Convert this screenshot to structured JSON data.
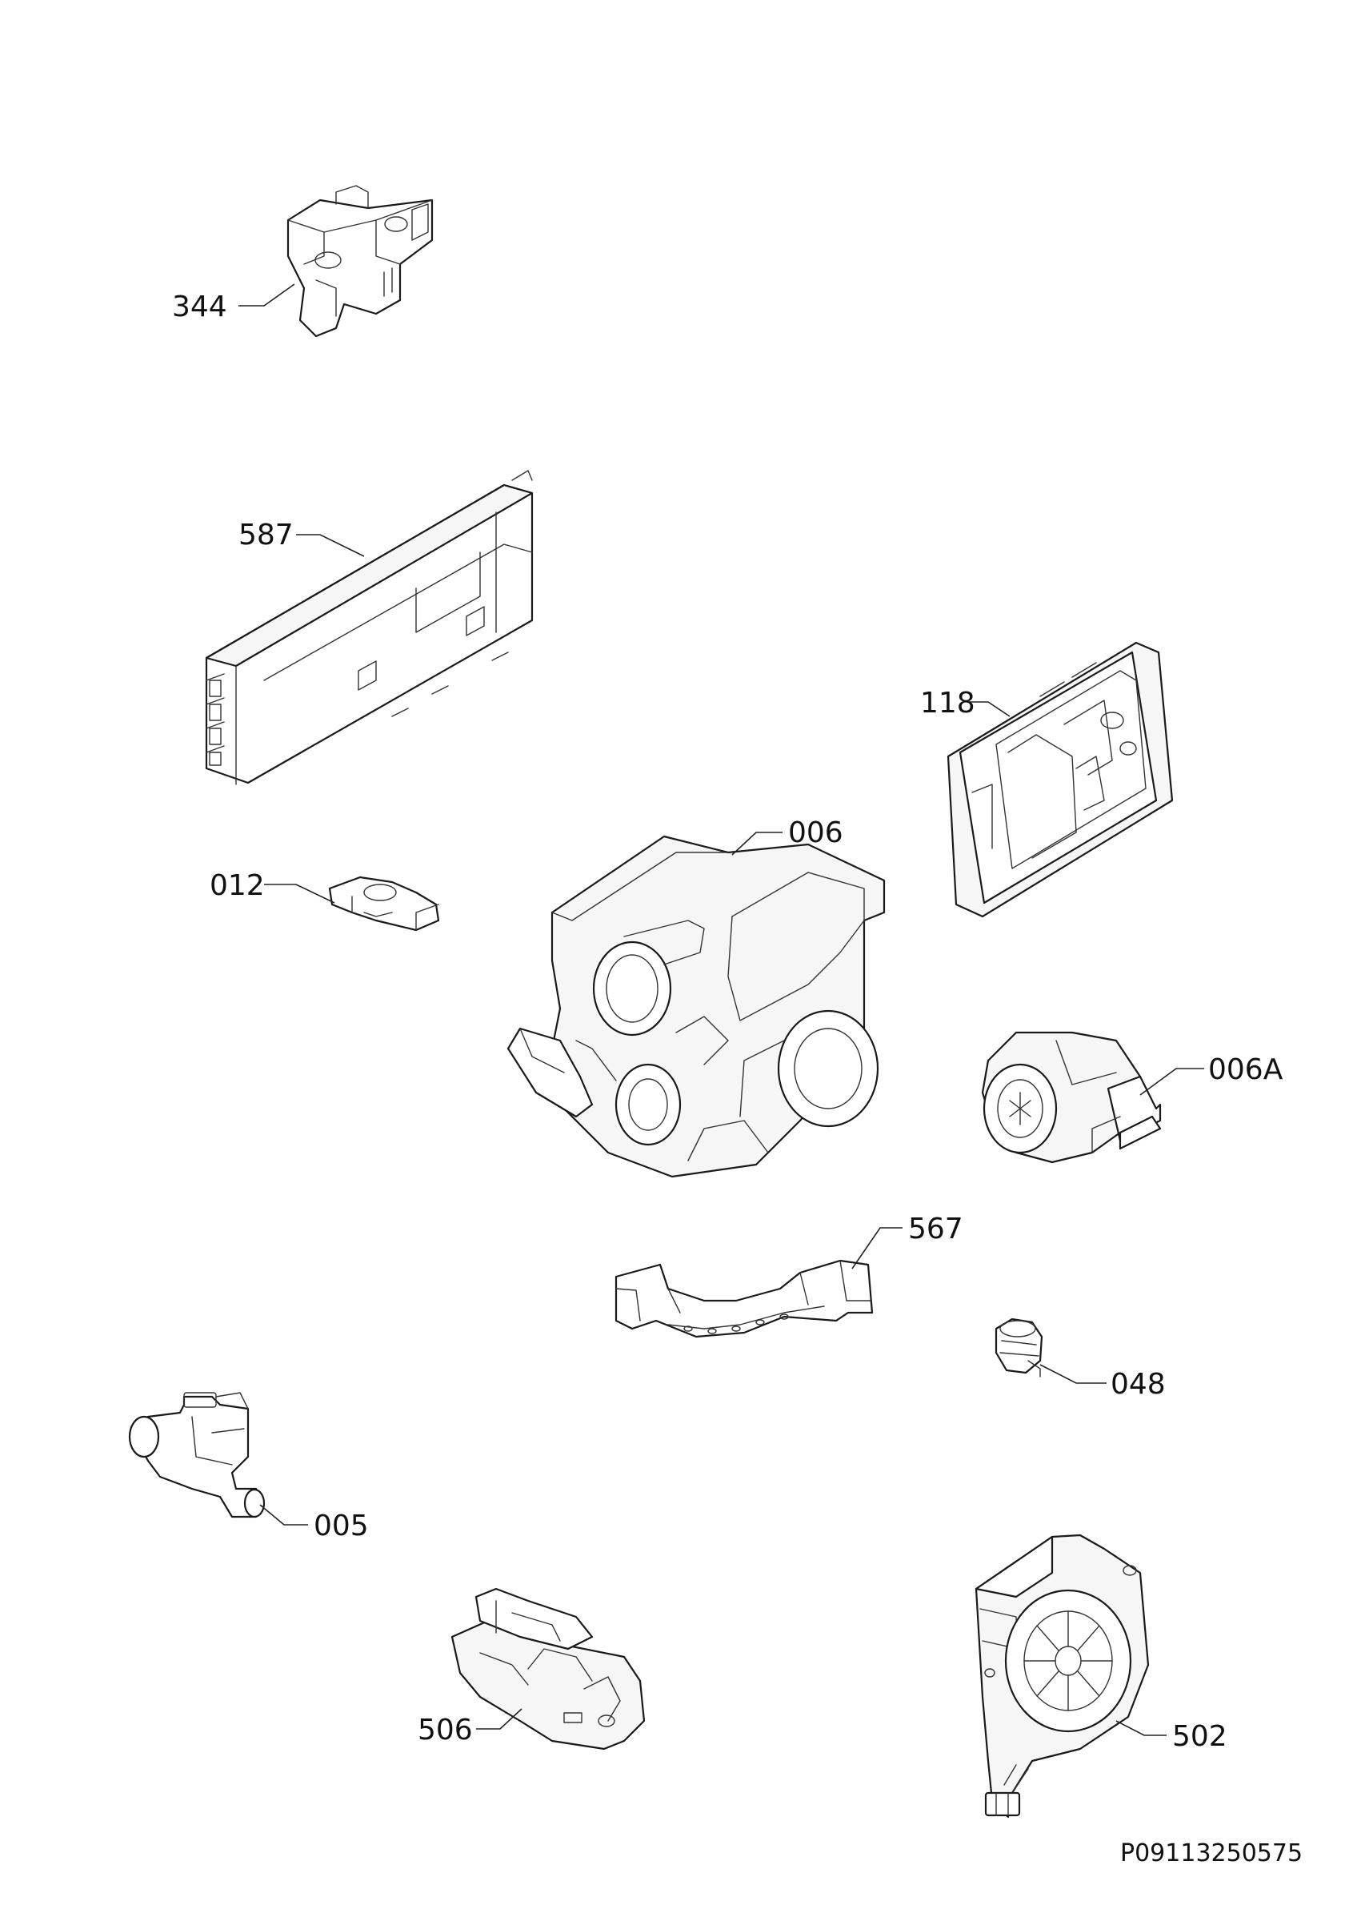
{
  "labels": {
    "p344": "344",
    "p587": "587",
    "p118": "118",
    "p006": "006",
    "p012": "012",
    "p006a": "006A",
    "p567": "567",
    "p048": "048",
    "p005": "005",
    "p506": "506",
    "p502": "502"
  },
  "document_id": "P09113250575"
}
